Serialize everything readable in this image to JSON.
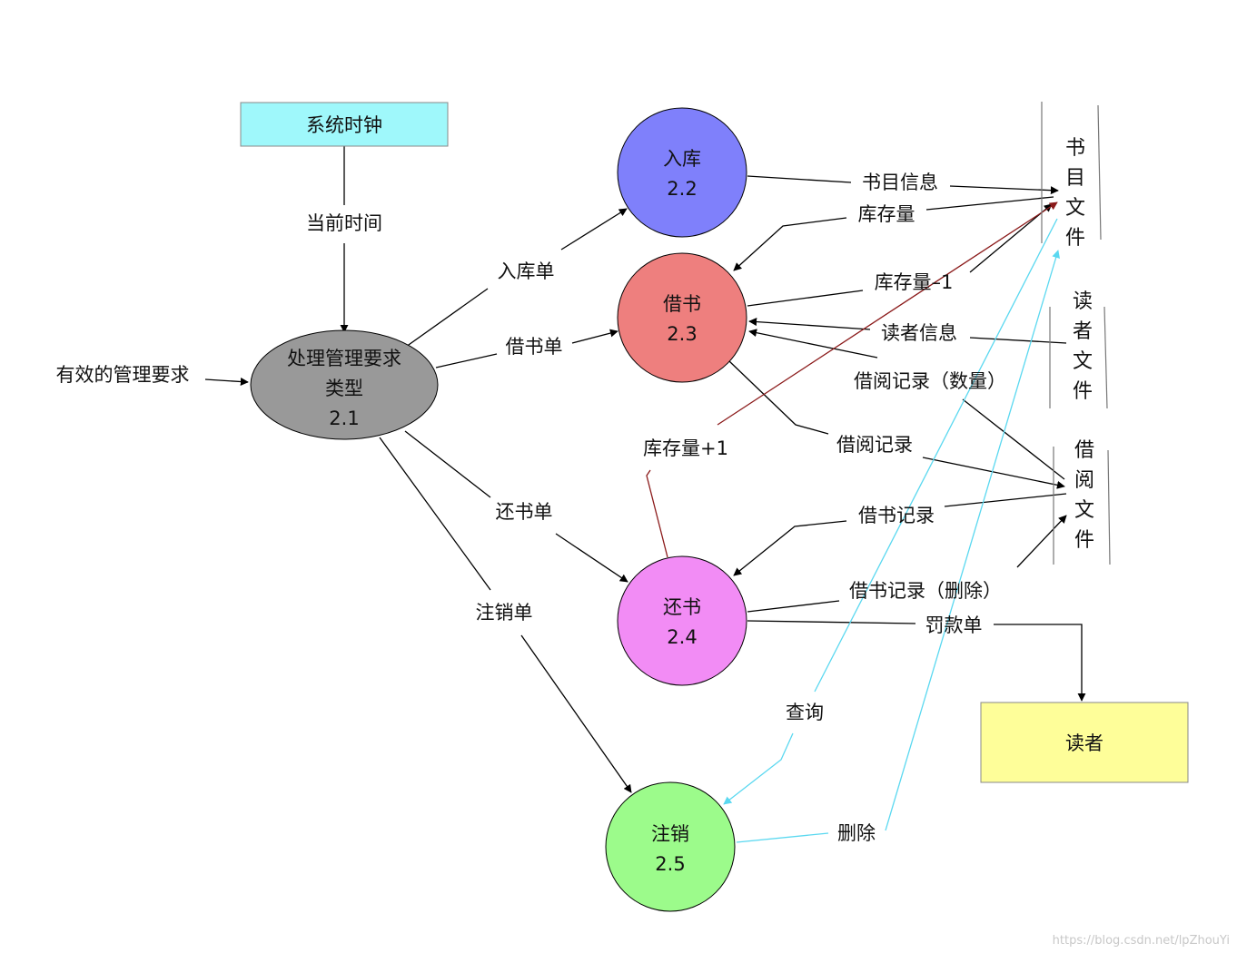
{
  "entities": {
    "clock": {
      "label": "系统时钟",
      "fill": "#9ff8fb"
    },
    "reader": {
      "label": "读者",
      "fill": "#fefe99"
    }
  },
  "processes": {
    "p21": {
      "line1": "处理管理要求",
      "line2": "类型",
      "num": "2.1",
      "fill": "#999999"
    },
    "p22": {
      "name": "入库",
      "num": "2.2",
      "fill": "#7f80fb"
    },
    "p23": {
      "name": "借书",
      "num": "2.3",
      "fill": "#ee7f7e"
    },
    "p24": {
      "name": "还书",
      "num": "2.4",
      "fill": "#f28cf5"
    },
    "p25": {
      "name": "注销",
      "num": "2.5",
      "fill": "#9cfb8b"
    }
  },
  "stores": {
    "book_file": [
      "书",
      "目",
      "文",
      "件"
    ],
    "reader_file": [
      "读",
      "者",
      "文",
      "件"
    ],
    "borrow_file": [
      "借",
      "阅",
      "文",
      "件"
    ]
  },
  "flows": {
    "current_time": "当前时间",
    "valid_request": "有效的管理要求",
    "stock_in_form": "入库单",
    "borrow_form": "借书单",
    "return_form": "还书单",
    "cancel_form": "注销单",
    "book_info": "书目信息",
    "stock_qty": "库存量",
    "stock_minus": "库存量–1",
    "reader_info": "读者信息",
    "borrow_record_qty": "借阅记录（数量）",
    "borrow_record": "借阅记录",
    "stock_plus": "库存量+1",
    "borrow_rec": "借书记录",
    "borrow_rec_delete": "借书记录（删除）",
    "fine_form": "罚款单",
    "query": "查询",
    "delete": "删除"
  },
  "colors": {
    "line": "#000000",
    "red_flow": "#8b1a1a",
    "cyan_flow": "#5ad8f0"
  },
  "watermark": "https://blog.csdn.net/lpZhouYi"
}
